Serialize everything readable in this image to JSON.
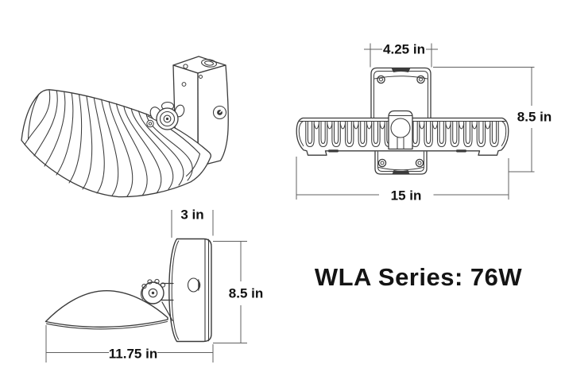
{
  "colors": {
    "background": "#ffffff",
    "line": "#3b3b3b",
    "dimension_line": "#606060",
    "text": "#111111"
  },
  "title": "WLA Series: 76W",
  "views": {
    "top": {
      "dims": {
        "top_width": "4.25 in",
        "height": "8.5 in",
        "overall_width": "15 in"
      }
    },
    "side": {
      "dims": {
        "top_depth": "3 in",
        "height": "8.5 in",
        "overall_length": "11.75 in"
      }
    }
  }
}
